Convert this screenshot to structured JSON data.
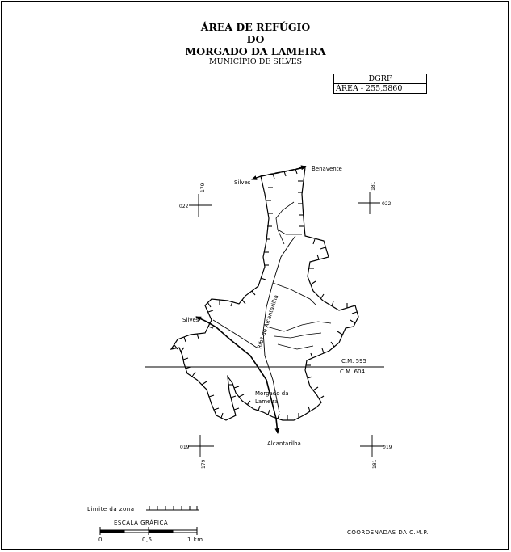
{
  "title": {
    "line1": "ÁREA DE REFÚGIO",
    "line2": "DO",
    "line3": "MORGADO DA LAMEIRA",
    "subtitle": "MUNICÍPIO DE SILVES"
  },
  "badge": {
    "agency": "DGRF",
    "area": "ÁREA - 255,5860"
  },
  "map_labels": {
    "silves_top": "Silves",
    "benavente": "Benavente",
    "silves_left": "Silves",
    "river": "Ribª de Alcantarilha",
    "cm595": "C.M. 595",
    "cm604": "C.M. 604",
    "morgado_1": "Morgado da",
    "morgado_2": "Lameira",
    "alcantarilha": "Alcantarilha"
  },
  "grid_labels": {
    "tl_h": "022",
    "tl_v": "179",
    "tr_h": "022",
    "tr_v": "181",
    "bl_h": "019",
    "bl_v": "179",
    "br_h": "019",
    "br_v": "181"
  },
  "legend": {
    "zone_limit": "Limite da zona",
    "scale_title": "ESCALA GRÁFICA",
    "scale_ticks": [
      "0",
      "0,5",
      "1 km"
    ],
    "coordinates": "COORDENADAS DA C.M.P."
  },
  "colors": {
    "ink": "#000000",
    "background": "#ffffff"
  }
}
